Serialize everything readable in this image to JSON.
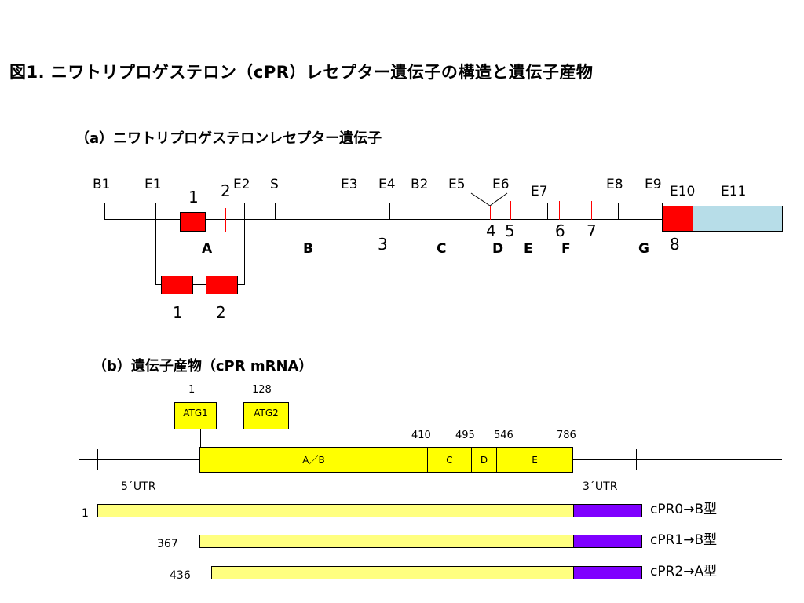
{
  "title": "図1. ニワトリプロゲステロン（cPR）レセプター遺伝子の構造と遺伝子産物",
  "part_a": {
    "subtitle": "（a）ニワトリプロゲステロンレセプター遺伝子",
    "sites": [
      "B1",
      "E1",
      "E2",
      "S",
      "E3",
      "E4",
      "B2",
      "E5",
      "E6",
      "E7",
      "E8",
      "E9",
      "E10",
      "E11"
    ],
    "exon_numbers": [
      "1",
      "2",
      "3",
      "4",
      "5",
      "6",
      "7",
      "8"
    ],
    "regions": [
      "A",
      "B",
      "C",
      "D",
      "E",
      "F",
      "G"
    ],
    "subclone_exons": [
      "1",
      "2"
    ]
  },
  "part_b": {
    "subtitle": "（b）遺伝子産物（cPR mRNA）",
    "atg": [
      {
        "label": "ATG1",
        "position": "1"
      },
      {
        "label": "ATG2",
        "position": "128"
      }
    ],
    "positions": [
      "410",
      "495",
      "546",
      "786"
    ],
    "segments": [
      "A／B",
      "C",
      "D",
      "E"
    ],
    "utr5": "5´UTR",
    "utr3": "3´UTR",
    "isoforms": [
      {
        "start": "1",
        "label": "cPR0→B型"
      },
      {
        "start": "367",
        "label": "cPR1→B型"
      },
      {
        "start": "436",
        "label": "cPR2→A型"
      }
    ]
  },
  "colors": {
    "exon": "#ff0000",
    "utr_box": "#b7dde8",
    "domain": "#ffff00",
    "mrna": "#ffff80",
    "utr3": "#7f00ff"
  }
}
